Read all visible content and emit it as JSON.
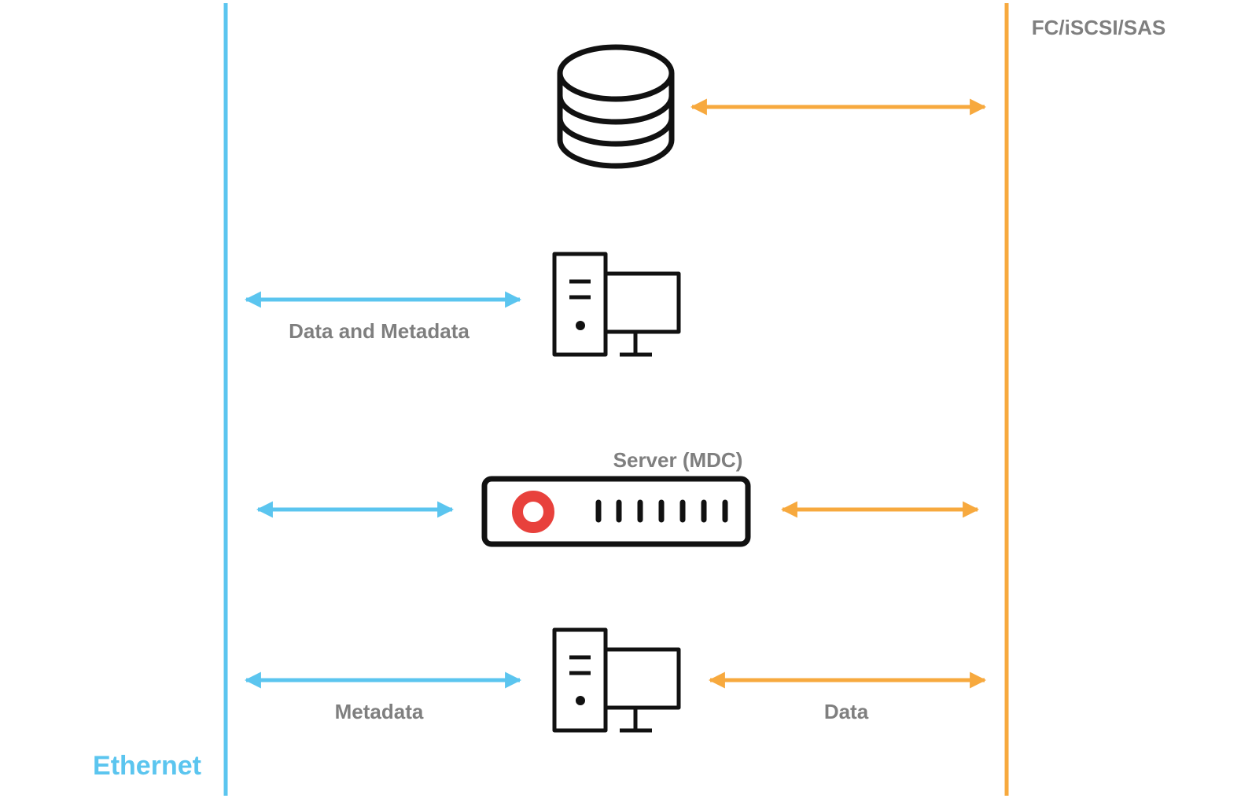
{
  "labels": {
    "ethernet": "Ethernet",
    "fc_iscsi_sas": "FC/iSCSI/SAS",
    "data_and_metadata": "Data and Metadata",
    "server_mdc": "Server (MDC)",
    "metadata": "Metadata",
    "data": "Data"
  },
  "colors": {
    "ethernet": "#5bc5ef",
    "fc": "#f7a93e",
    "label_text": "#7f7f7f",
    "icon_stroke": "#111111",
    "server_indicator": "#e8413c"
  },
  "icons": {
    "storage": "database-icon",
    "client_1": "workstation-icon",
    "server": "server-rack-icon",
    "client_2": "workstation-icon"
  }
}
